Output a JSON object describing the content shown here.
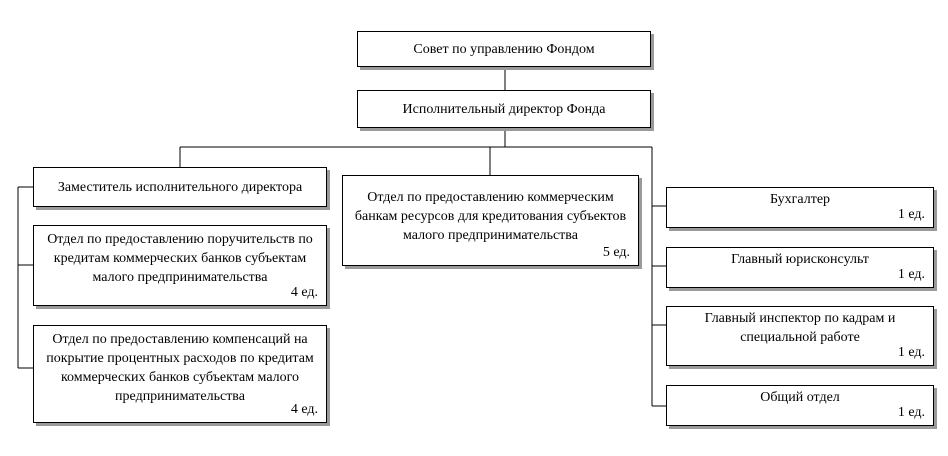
{
  "council": "Совет по управлению Фондом",
  "director": "Исполнительный директор Фонда",
  "deputy": "Заместитель исполнительного директора",
  "guarantee_dept": {
    "label": "Отдел по предоставлению поручительств по кредитам коммерческих банков субъектам малого предпринимательства",
    "count": "4 ед."
  },
  "compensation_dept": {
    "label": "Отдел по предоставлению компенсаций на покрытие процентных расходов по кредитам коммерческих банков субъектам малого предпринимательства",
    "count": "4 ед."
  },
  "resources_dept": {
    "label": "Отдел по предоставлению коммерческим банкам ресурсов для кредитования субъектов малого предпринимательства",
    "count": "5 ед."
  },
  "accountant": {
    "label": "Бухгалтер",
    "count": "1 ед."
  },
  "legal": {
    "label": "Главный юрисконсульт",
    "count": "1 ед."
  },
  "hr": {
    "label": "Главный инспектор по кадрам и специальной работе",
    "count": "1 ед."
  },
  "general": {
    "label": "Общий отдел",
    "count": "1 ед."
  }
}
